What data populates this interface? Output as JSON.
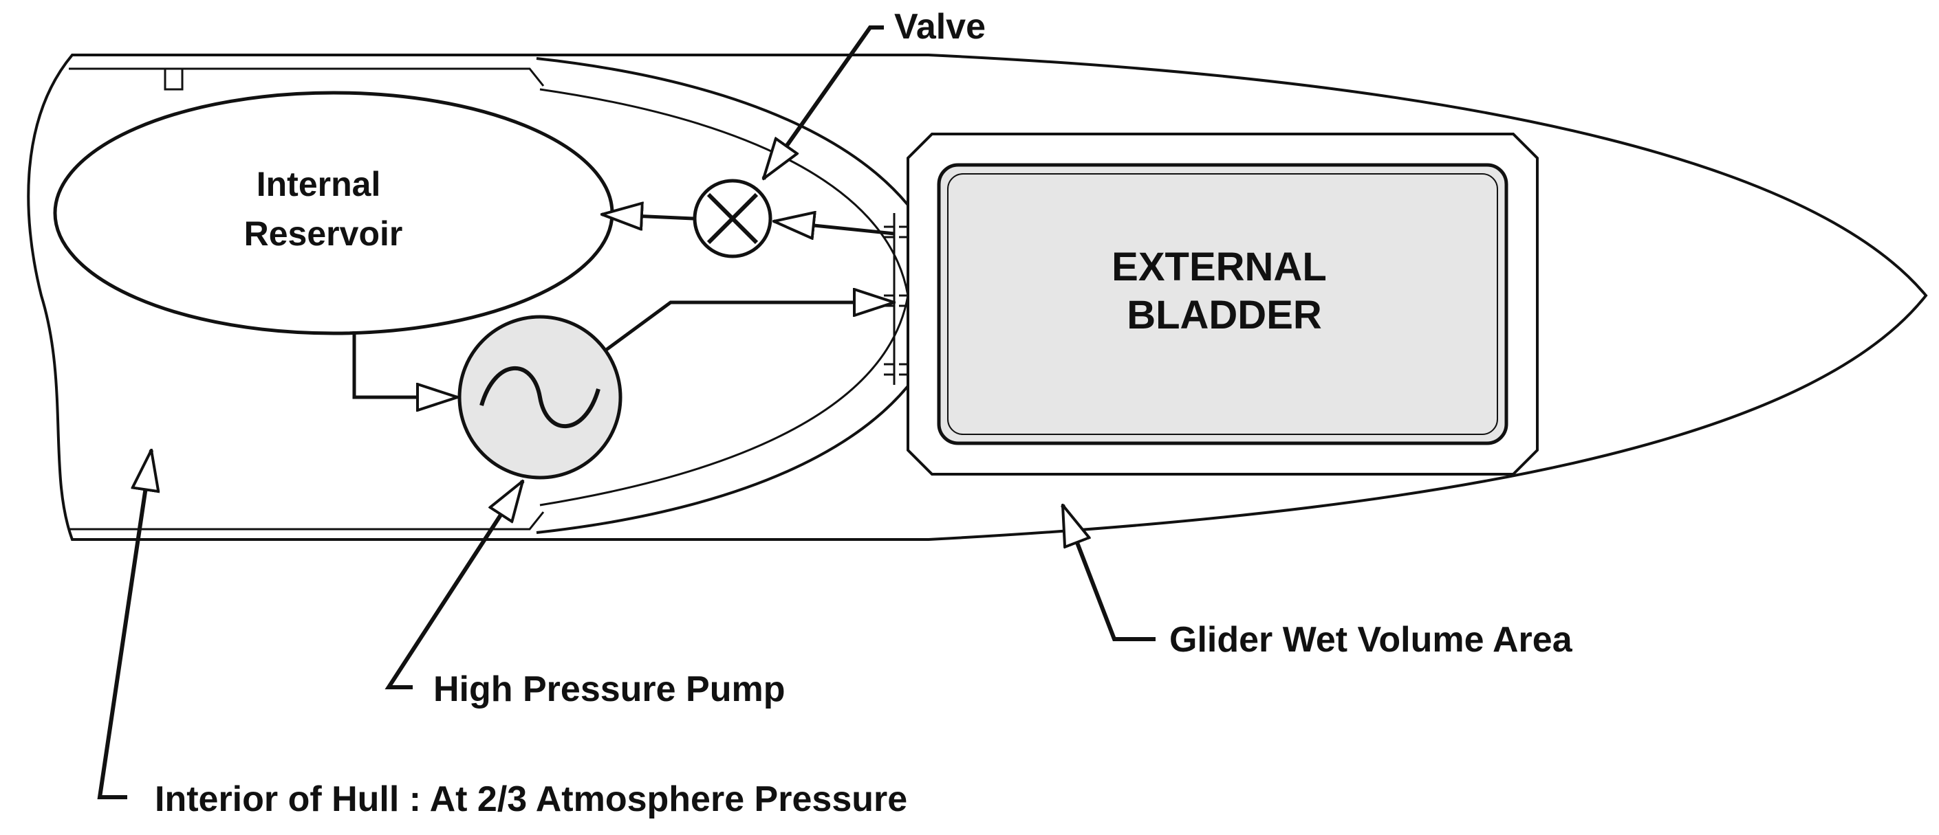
{
  "labels": {
    "internal_reservoir": [
      "Internal",
      "Reservoir"
    ],
    "external_bladder": [
      "EXTERNAL",
      "BLADDER"
    ],
    "valve": "Valve",
    "high_pressure_pump": "High Pressure Pump",
    "glider_wet_volume_area": "Glider Wet Volume Area",
    "interior_of_hull": "Interior of Hull : At 2/3 Atmosphere Pressure"
  },
  "colors": {
    "line": "#111111",
    "component_fill": "#e6e6e6",
    "background": "#ffffff"
  }
}
